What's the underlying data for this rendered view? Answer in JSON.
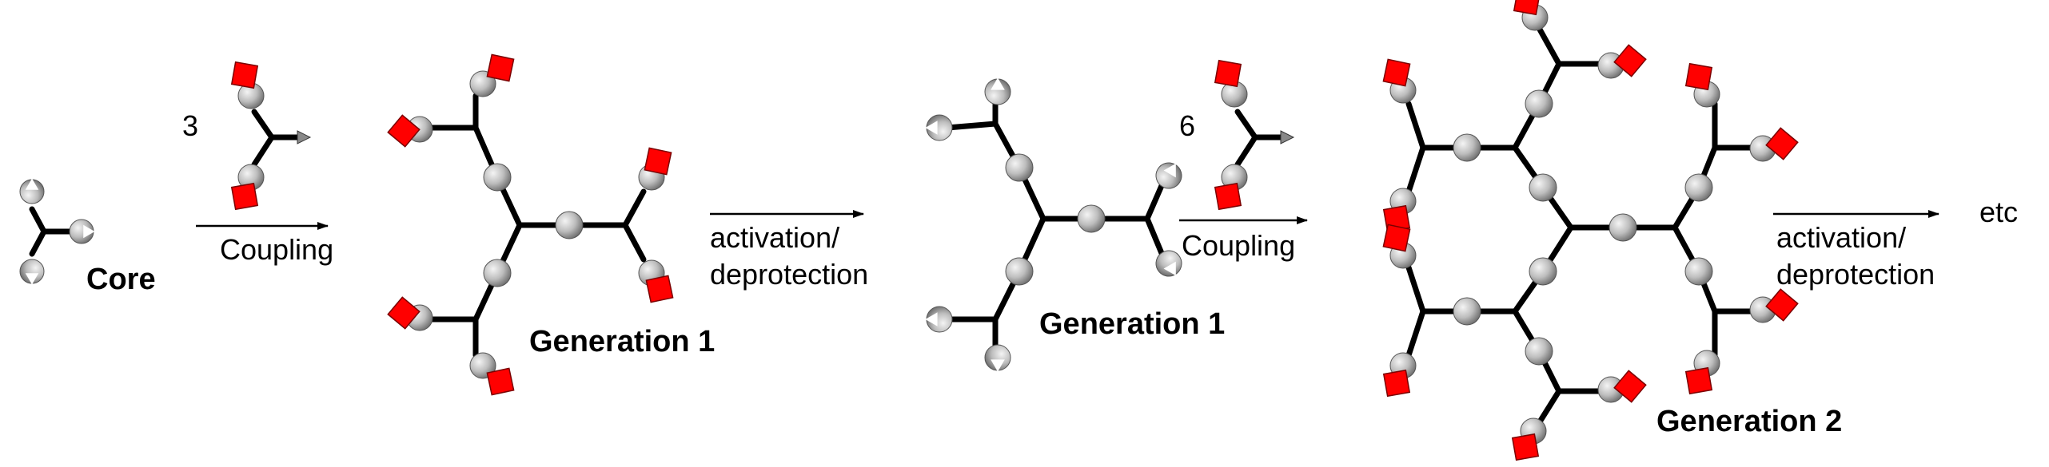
{
  "labels": {
    "core": "Core",
    "n1": "3",
    "coupling1": "Coupling",
    "gen1a": "Generation 1",
    "activation1_l1": "activation/",
    "activation1_l2": "deprotection",
    "gen1b": "Generation 1",
    "n2": "6",
    "coupling2": "Coupling",
    "gen2": "Generation 2",
    "activation2_l1": "activation/",
    "activation2_l2": "deprotection",
    "etc": "etc"
  },
  "colors": {
    "bond": "#000000",
    "sphere": "#bdbdbd",
    "protecting_group": "#ff0000",
    "arrow": "#000000"
  },
  "icons": {
    "sphere": "grey-sphere",
    "protected_end": "red-square-protecting-group",
    "active_end": "grey-cup-active-site"
  }
}
